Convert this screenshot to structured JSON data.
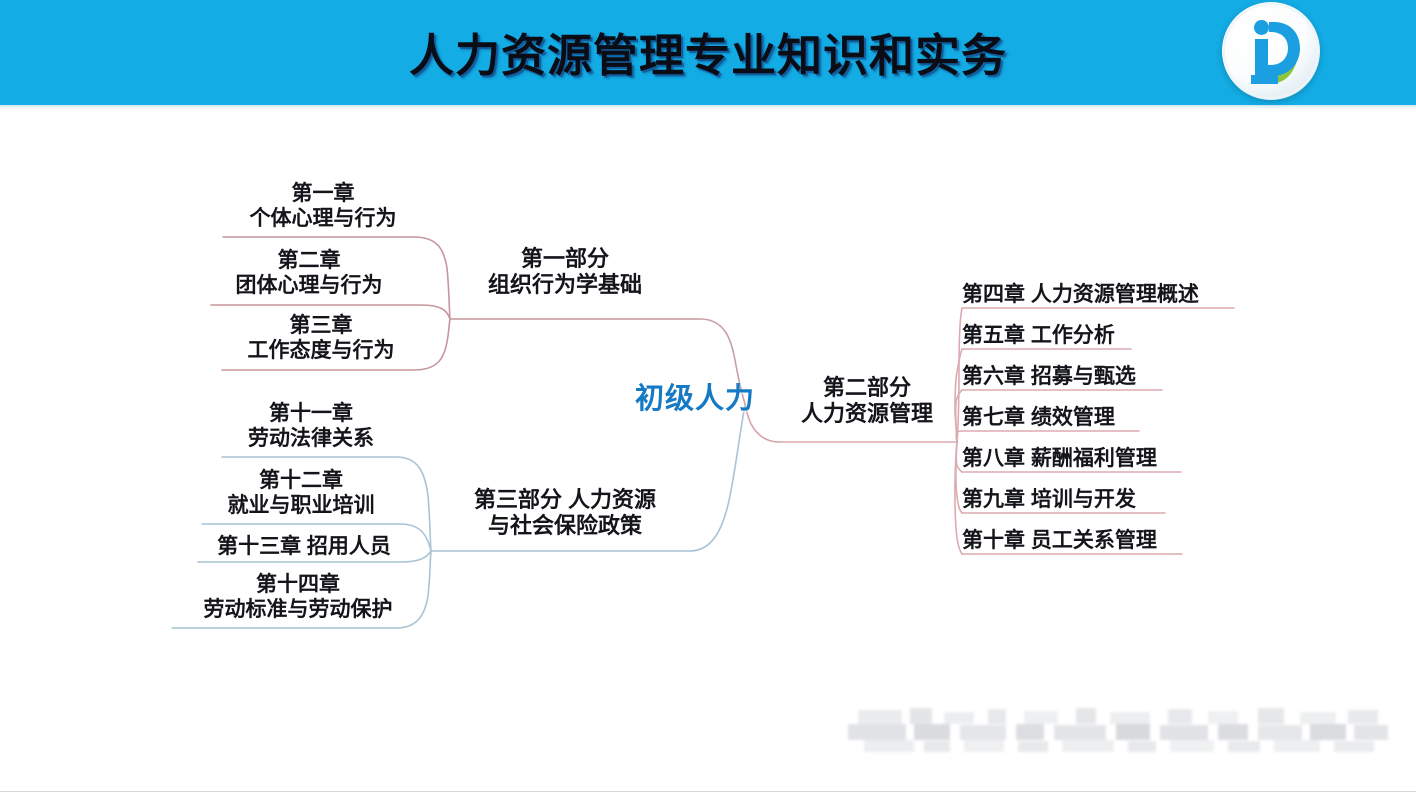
{
  "header": {
    "title": "人力资源管理专业知识和实务",
    "band_color": "#13ace4",
    "logo_name": "brand-logo-id-leaf"
  },
  "mindmap": {
    "center": {
      "label": "初级人力",
      "color": "#1579c4"
    },
    "branches": [
      {
        "id": "part-1",
        "part_label_line1": "第一部分",
        "part_label_line2": "组织行为学基础",
        "connector_color": "#c59aa0",
        "chapters": [
          {
            "line1": "第一章",
            "line2": "个体心理与行为"
          },
          {
            "line1": "第二章",
            "line2": "团体心理与行为"
          },
          {
            "line1": "第三章",
            "line2": "工作态度与行为"
          }
        ]
      },
      {
        "id": "part-2",
        "part_label_line1": "第二部分",
        "part_label_line2": "人力资源管理",
        "connector_color": "#d6a3ab",
        "chapters": [
          {
            "line1": "第四章 人力资源管理概述"
          },
          {
            "line1": "第五章 工作分析"
          },
          {
            "line1": "第六章 招募与甄选"
          },
          {
            "line1": "第七章 绩效管理"
          },
          {
            "line1": "第八章 薪酬福利管理"
          },
          {
            "line1": "第九章 培训与开发"
          },
          {
            "line1": "第十章 员工关系管理"
          }
        ]
      },
      {
        "id": "part-3",
        "part_label_line1": "第三部分 人力资源",
        "part_label_line2": "与社会保险政策",
        "connector_color": "#a8c4d6",
        "chapters": [
          {
            "line1": "第十一章",
            "line2": "劳动法律关系"
          },
          {
            "line1": "第十二章",
            "line2": "就业与职业培训"
          },
          {
            "line1": "第十三章 招用人员"
          },
          {
            "line1": "第十四章",
            "line2": "劳动标准与劳动保护"
          }
        ]
      }
    ]
  },
  "watermark": {
    "label": "blurred-watermark-text"
  }
}
